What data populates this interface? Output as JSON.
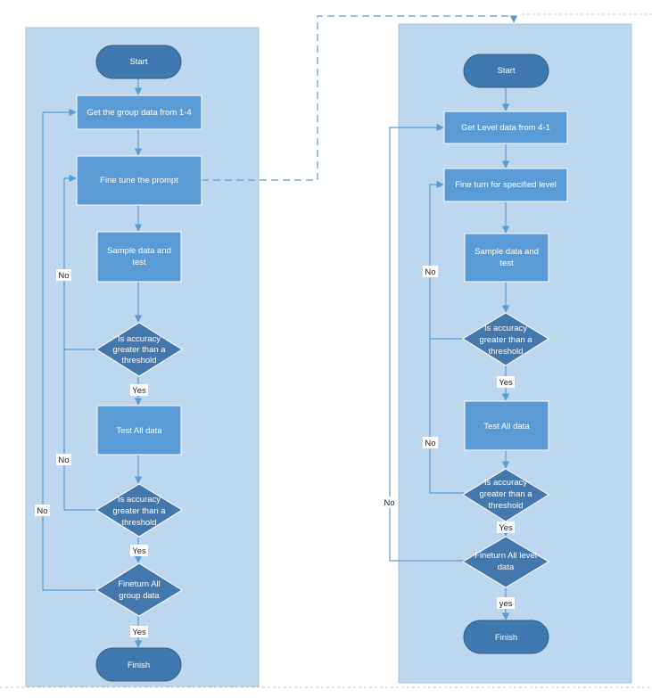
{
  "left_flow": {
    "start": "Start",
    "get_group_data": "Get the group data from 1-4",
    "fine_tune_prompt": "Fine tune the prompt",
    "sample_test_line1": "Sample data and",
    "sample_test_line2": "test",
    "check1_line1": "Is  accuracy",
    "check1_line2": "greater than a",
    "check1_line3": "threshold",
    "yes1": "Yes",
    "test_all": "Test All data",
    "check2_line1": "Is  accuracy",
    "check2_line2": "greater than a",
    "check2_line3": "threshold",
    "yes2": "Yes",
    "finetune_all_line1": "Fineturn All",
    "finetune_all_line2": "group data",
    "yes3": "Yes",
    "finish": "Finish",
    "no1": "No",
    "no2": "No",
    "no3": "No"
  },
  "right_flow": {
    "start": "Start",
    "get_level_data": "Get Level data from 4-1",
    "fine_turn_level": "Fine turn for specified  level",
    "sample_test_line1": "Sample data and",
    "sample_test_line2": "test",
    "check1_line1": "Is  accuracy",
    "check1_line2": "greater than a",
    "check1_line3": "threshold",
    "yes1": "Yes",
    "test_all": "Test All data",
    "check2_line1": "Is  accuracy",
    "check2_line2": "greater than a",
    "check2_line3": "threshold",
    "yes2": "Yes",
    "finetune_all_line1": "Fineturn All level",
    "finetune_all_line2": "data",
    "yes3": "yes",
    "finish": "Finish",
    "no1": "No",
    "no2": "No",
    "no3": "No"
  },
  "colors": {
    "lane": "#bdd7ee",
    "process": "#5b9bd5",
    "terminal": "#3f78ae",
    "decision": "#4478ad",
    "connector": "#5b9bd5"
  }
}
